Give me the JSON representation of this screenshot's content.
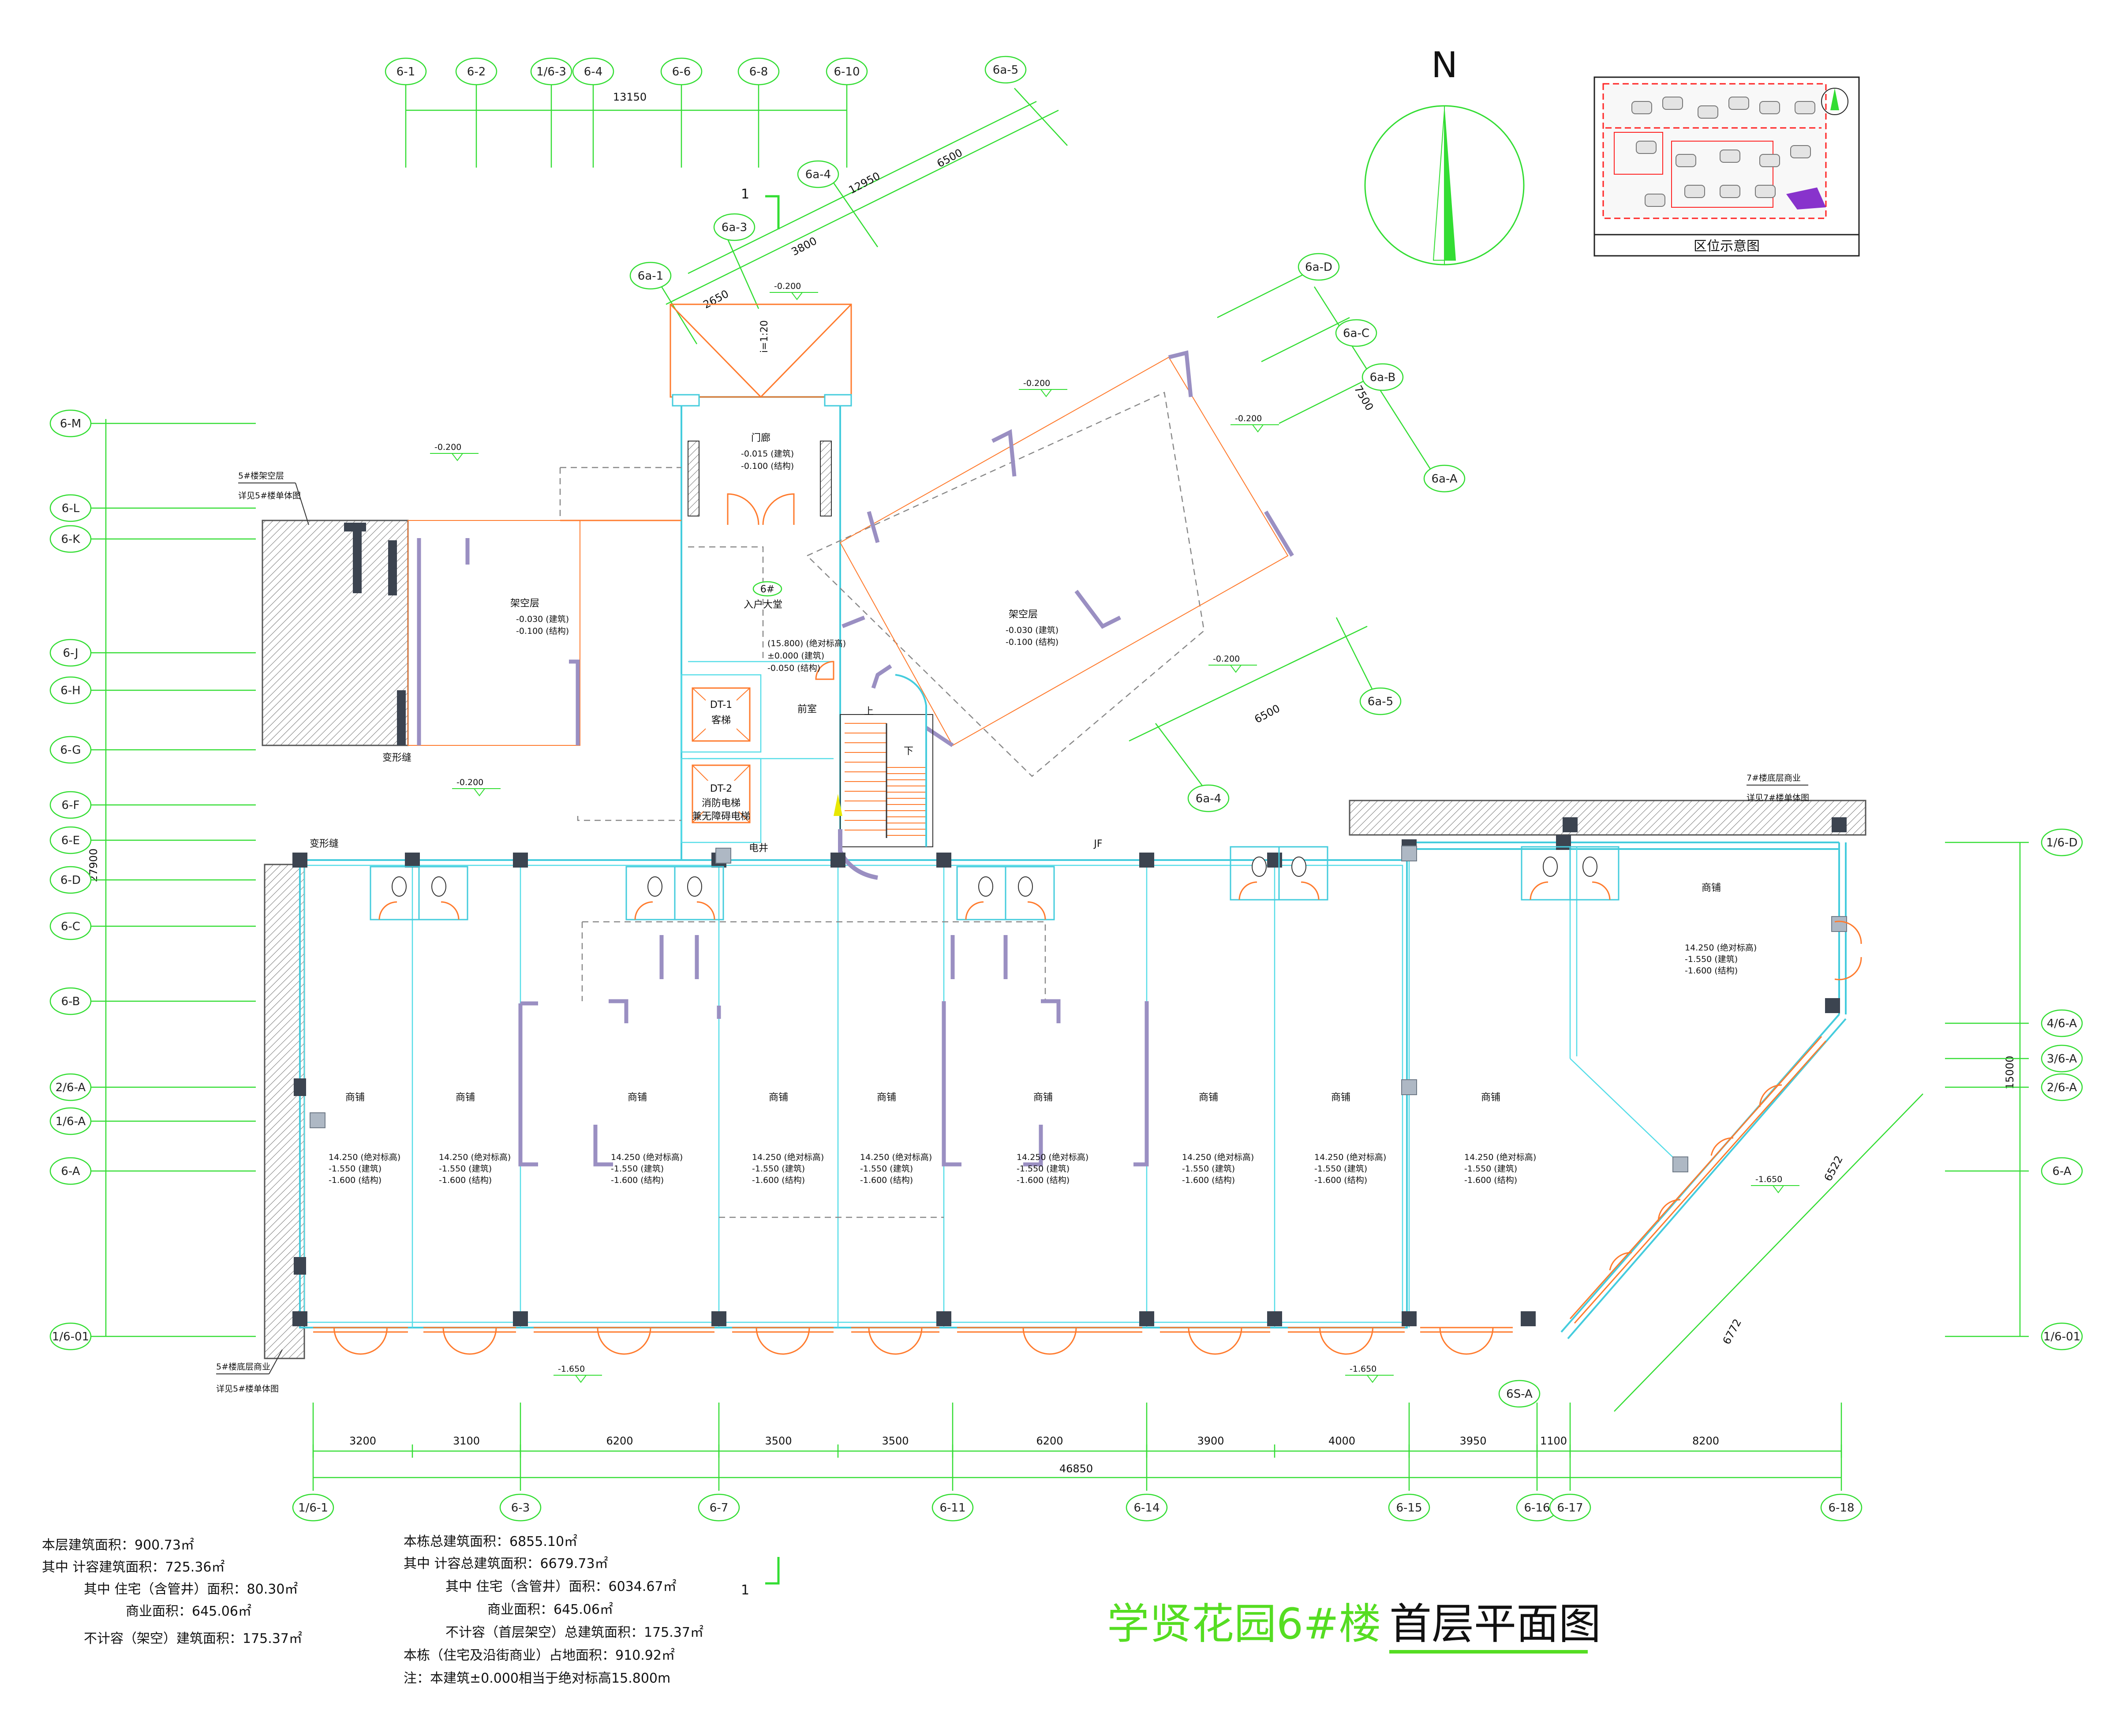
{
  "title": {
    "project": "学贤花园6#楼",
    "drawing": "首层平面图"
  },
  "north_label": "N",
  "key_map_label": "区位示意图",
  "axes_top": [
    "6-1",
    "6-2",
    "1/6-3",
    "6-4",
    "6-6",
    "6-8",
    "6-10"
  ],
  "axes_bottom": [
    "1/6-1",
    "6-3",
    "6-7",
    "6-11",
    "6-14",
    "6-15",
    "6-16",
    "6-17",
    "6-18"
  ],
  "axes_left": [
    "6-M",
    "6-L",
    "6-K",
    "6-J",
    "6-H",
    "6-G",
    "6-F",
    "6-E",
    "6-D",
    "6-C",
    "6-B",
    "2/6-A",
    "1/6-A",
    "6-A",
    "1/6-01"
  ],
  "axes_right": [
    "1/6-D",
    "4/6-A",
    "3/6-A",
    "2/6-A",
    "6-A",
    "1/6-01"
  ],
  "axes_diag": [
    "6a-5",
    "6a-4",
    "6a-3",
    "6a-1",
    "6a-D",
    "6a-C",
    "6a-B",
    "6a-A",
    "6a-5",
    "6a-4",
    "6S-A"
  ],
  "dims": {
    "top_total": "13150",
    "bottom_total": "46850",
    "bottom": [
      "3200",
      "3100",
      "6200",
      "3500",
      "3500",
      "6200",
      "3900",
      "4000",
      "3950",
      "1100",
      "8200"
    ],
    "left_total": "27900",
    "right_total": "15000",
    "diag": [
      "12950",
      "6500",
      "3800",
      "2650",
      "7500",
      "6500",
      "6522",
      "6772"
    ],
    "stair_slope": "i=1:20"
  },
  "section_mark": "1",
  "rooms": {
    "shop": "商铺",
    "shop_elev": [
      "14.250 (绝对标高)",
      "-1.550 (建筑)",
      "-1.600 (结构)"
    ],
    "gate": "门廊",
    "gate_elev": [
      "-0.015 (建筑)",
      "-0.100 (结构)"
    ],
    "lobby_tag": "6#",
    "lobby": "入户大堂",
    "lobby_elev": [
      "(15.800) (绝对标高)",
      "±0.000 (建筑)",
      "-0.050 (结构)"
    ],
    "front": "前室",
    "stilt": "架空层",
    "stilt_elev": [
      "-0.030 (建筑)",
      "-0.100 (结构)"
    ],
    "dt1": "DT-1",
    "dt1_name": "客梯",
    "dt2": "DT-2",
    "dt2_name1": "消防电梯",
    "dt2_name2": "兼无障碍电梯",
    "elec": "电井",
    "vs": "变形缝",
    "jf": "JF",
    "up": "上",
    "dn": "下"
  },
  "levels": [
    "-0.200",
    "-0.200",
    "-0.200",
    "-0.200",
    "-0.200",
    "-0.200",
    "-1.650",
    "-1.650",
    "-1.650"
  ],
  "notes": {
    "n5_top1": "5#楼架空层",
    "n5_top2": "详见5#楼单体图",
    "n5_bot1": "5#楼底层商业",
    "n5_bot2": "详见5#楼单体图",
    "n7_1": "7#楼底层商业",
    "n7_2": "详见7#楼单体图"
  },
  "stats_left": [
    "本层建筑面积：900.73㎡",
    "其中 计容建筑面积：725.36㎡",
    "其中 住宅（含管井）面积：80.30㎡",
    "商业面积：645.06㎡",
    "不计容（架空）建筑面积：175.37㎡"
  ],
  "stats_right": [
    "本栋总建筑面积：6855.10㎡",
    "其中 计容总建筑面积：6679.73㎡",
    "其中 住宅（含管井）面积：6034.67㎡",
    "商业面积：645.06㎡",
    "不计容（首层架空）总建筑面积：175.37㎡",
    "本栋（住宅及沿街商业）占地面积：910.92㎡",
    "注：本建筑±0.000相当于绝对标高15.800m"
  ],
  "colors": {
    "grid": "#33dd33",
    "wall": "#44ccdd",
    "door": "#ff7b2e",
    "title_green": "#55dd22",
    "keymap_red": "#ff2222",
    "keymap_highlight": "#8833cc"
  }
}
